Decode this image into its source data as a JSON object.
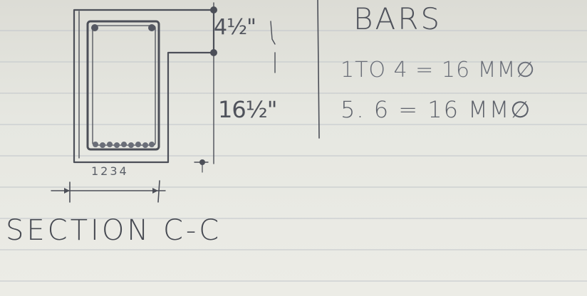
{
  "drawing": {
    "section_title": "SECTION C-C",
    "top_cover_dimension": "4½\"",
    "depth_dimension": "16½\"",
    "bottom_bar_numbers": "1234"
  },
  "schedule": {
    "heading": "BARS",
    "rows": [
      "1TO 4 = 16 MM∅",
      "5. 6 = 16 MM∅"
    ]
  },
  "colors": {
    "paper": "#e4e5df",
    "ink": "#4c4f58"
  }
}
